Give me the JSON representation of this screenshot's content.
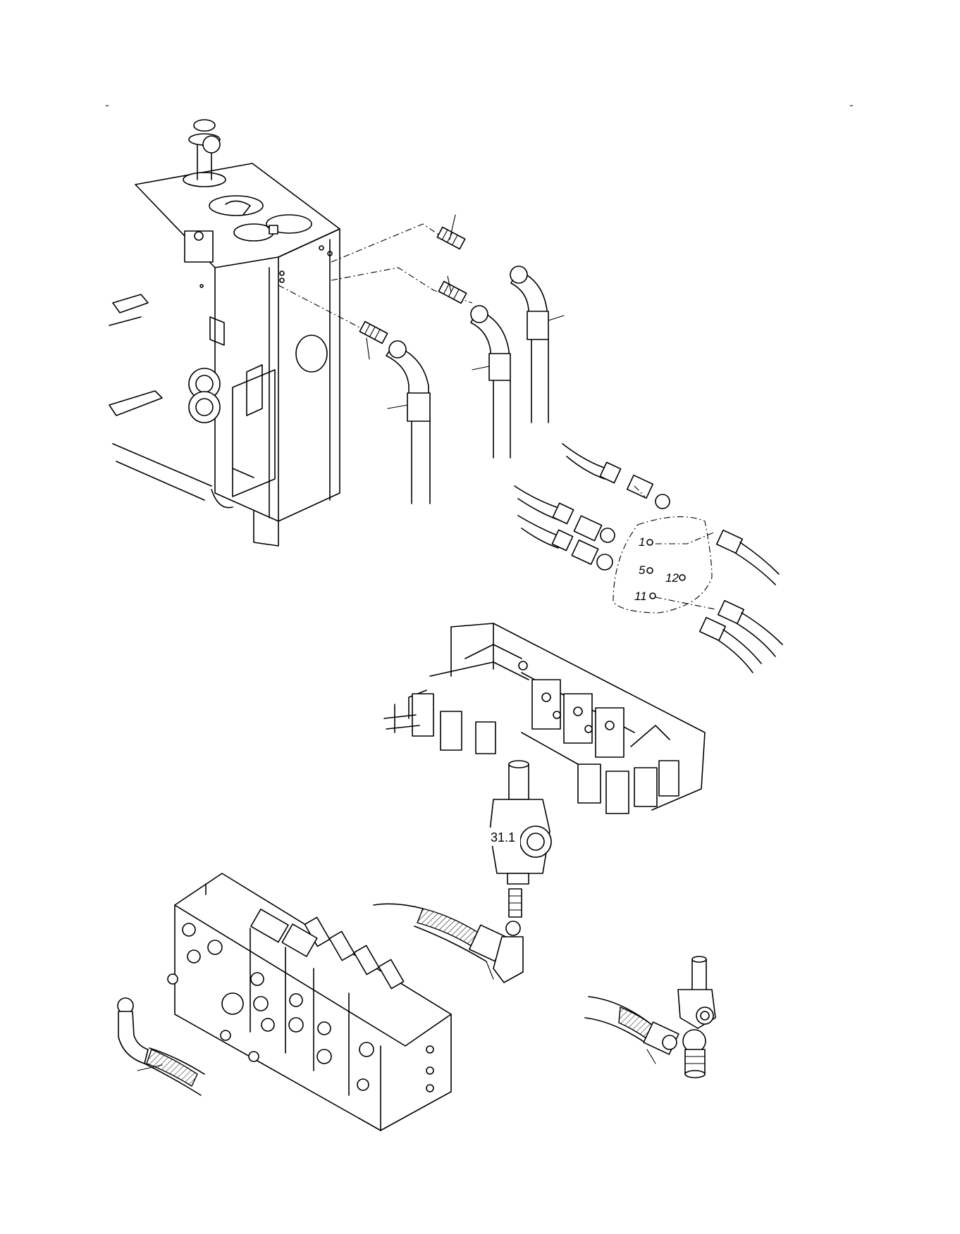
{
  "callouts": {
    "port_1": "1",
    "port_5": "5",
    "port_12": "12",
    "port_11": "11",
    "part_31_1": "31.1"
  }
}
